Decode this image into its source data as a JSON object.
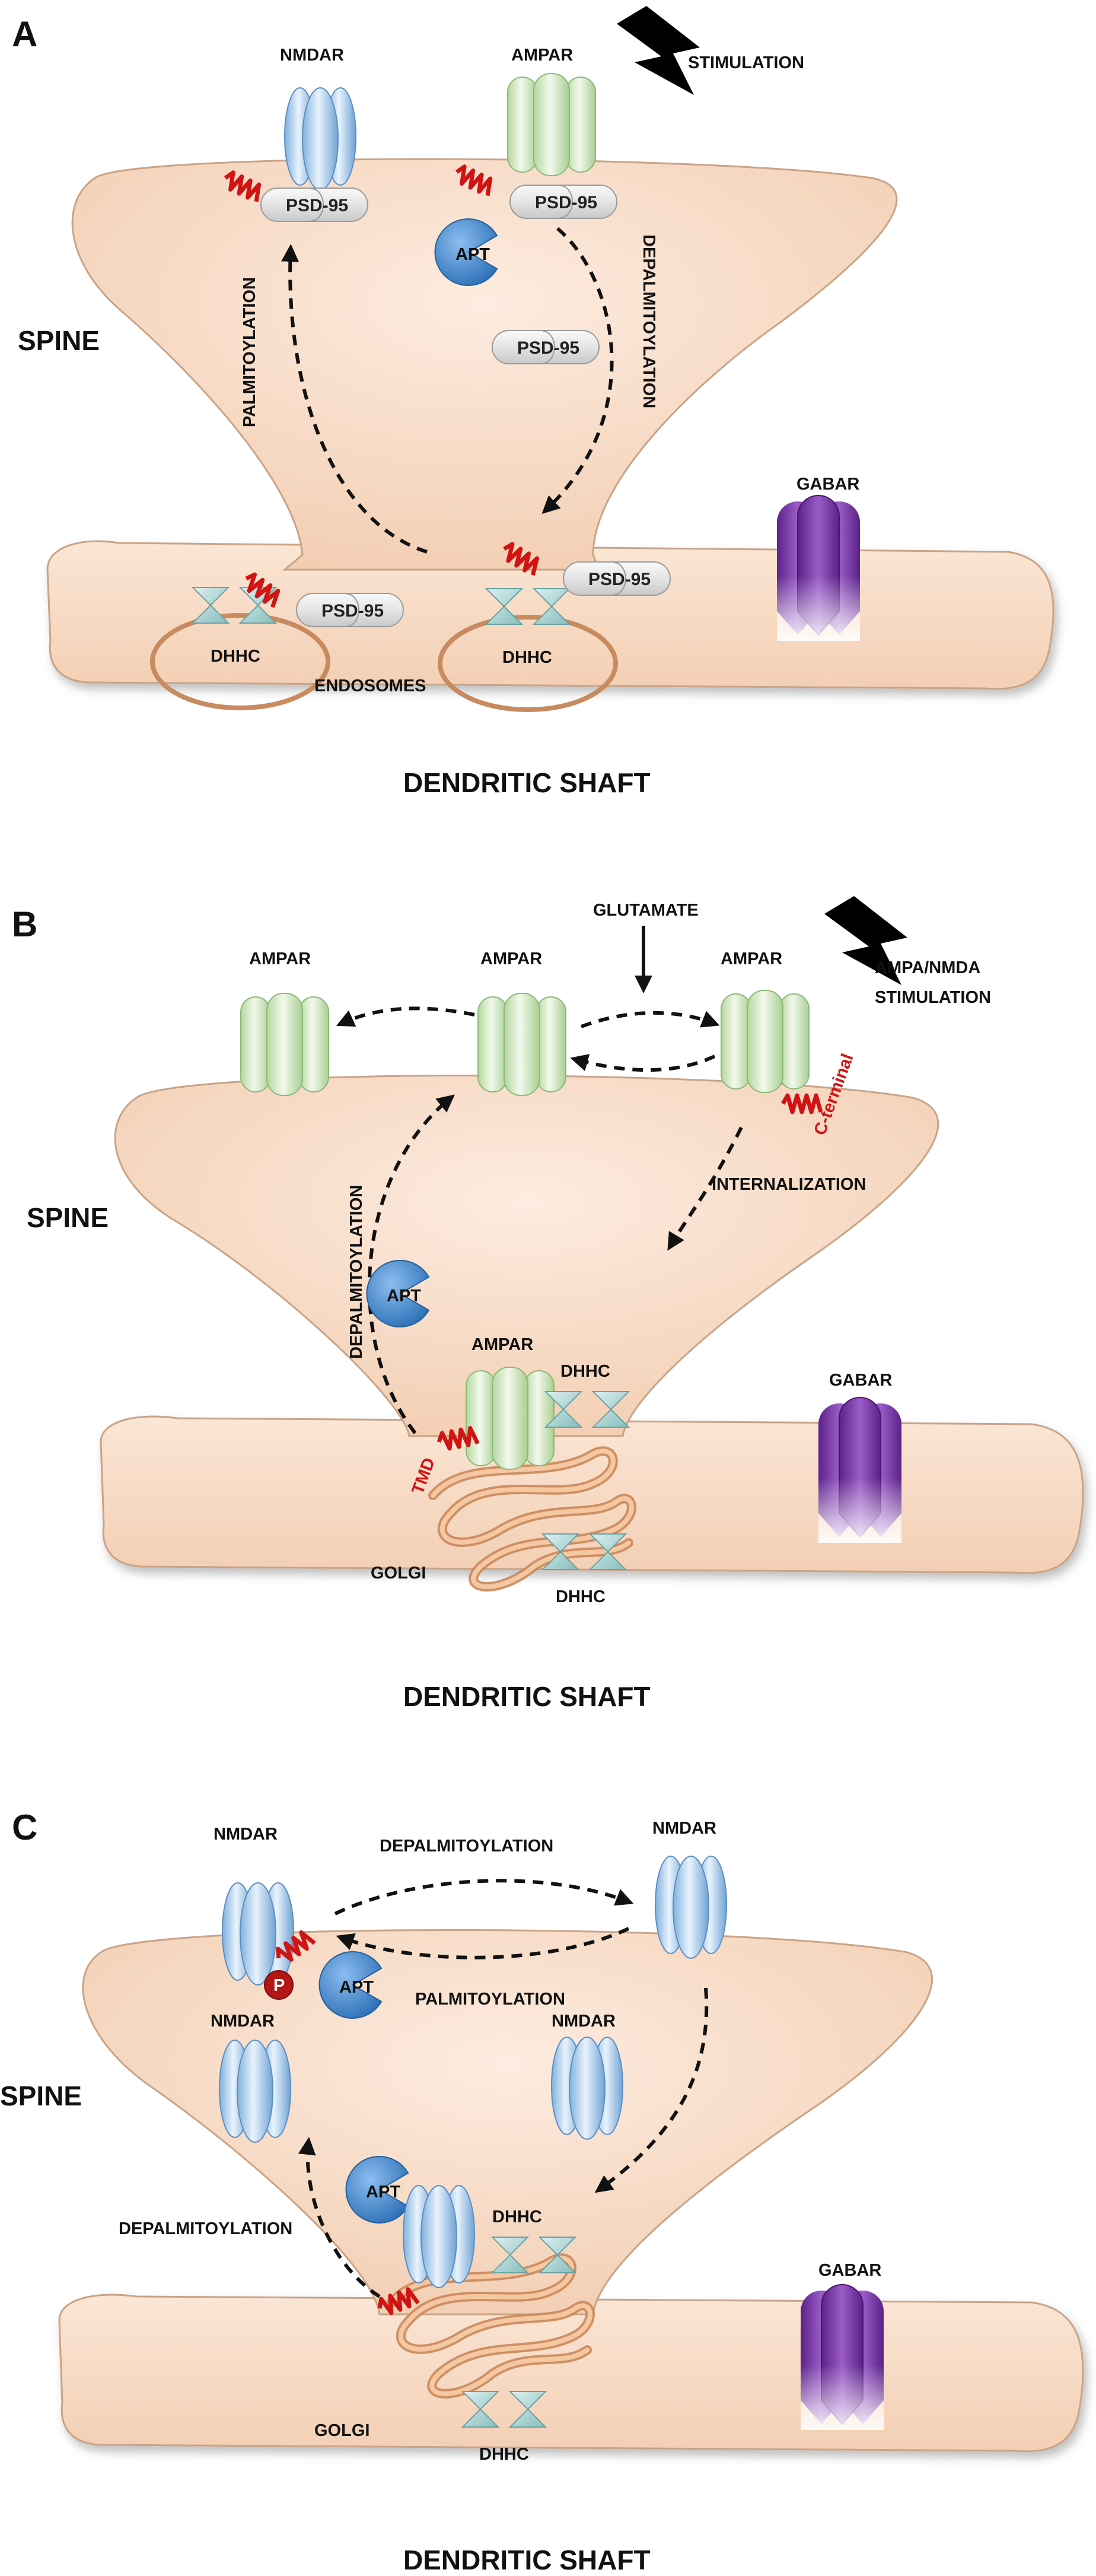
{
  "panels": {
    "A": {
      "letter": "A",
      "spine": "SPINE",
      "shaft": "DENDRITIC SHAFT",
      "nmdar": "NMDAR",
      "ampar": "AMPAR",
      "stimulation": "STIMULATION",
      "psd95": "PSD-95",
      "apt": "APT",
      "palmitoylation": "PALMITOYLATION",
      "depalmitoylation": "DEPALMITOYLATION",
      "dhhc": "DHHC",
      "endosomes": "ENDOSOMES",
      "gabar": "GABAR"
    },
    "B": {
      "letter": "B",
      "spine": "SPINE",
      "shaft": "DENDRITIC SHAFT",
      "ampar": "AMPAR",
      "glutamate": "GLUTAMATE",
      "stim_line1": "AMPA/NMDA",
      "stim_line2": "STIMULATION",
      "c_terminal": "C-terminal",
      "internalization": "INTERNALIZATION",
      "depalmitoylation": "DEPALMITOYLATION",
      "apt": "APT",
      "dhhc": "DHHC",
      "tmd": "TMD",
      "golgi": "GOLGI",
      "gabar": "GABAR"
    },
    "C": {
      "letter": "C",
      "spine": "SPINE",
      "shaft": "DENDRITIC SHAFT",
      "nmdar": "NMDAR",
      "depalmitoylation": "DEPALMITOYLATION",
      "palmitoylation": "PALMITOYLATION",
      "apt": "APT",
      "p": "P",
      "dhhc": "DHHC",
      "golgi": "GOLGI",
      "gabar": "GABAR"
    }
  },
  "colors": {
    "membrane": "#f8dcc6",
    "membrane_edge": "#d8b399",
    "nmdar": "#9cc4ec",
    "ampar": "#c9e3b9",
    "gabar": "#7a3aa8",
    "apt": "#3f88d0",
    "palmitate": "#d01414",
    "golgi": "#e3a06e",
    "dhhc": "#a9d2d2",
    "psd95": "#e6e6e6"
  }
}
